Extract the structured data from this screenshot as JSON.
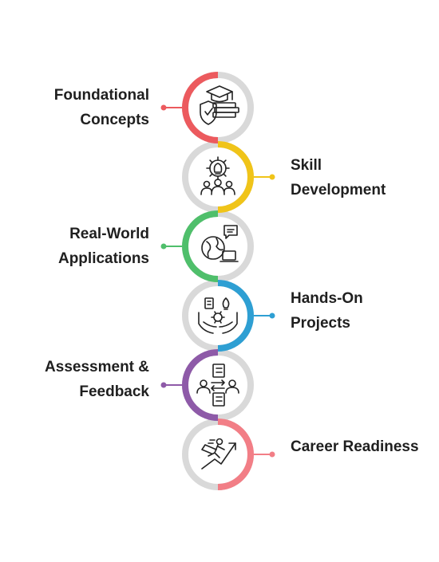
{
  "steps": [
    {
      "label_lines": [
        "Foundational",
        "Concepts"
      ],
      "side": "left",
      "color": "#ec5a5e",
      "icon": "graduation-cap-books-shield-icon"
    },
    {
      "label_lines": [
        "Skill",
        "Development"
      ],
      "side": "right",
      "color": "#f0c419",
      "icon": "gear-lightbulb-team-icon"
    },
    {
      "label_lines": [
        "Real-World",
        "Applications"
      ],
      "side": "left",
      "color": "#4fbf6b",
      "icon": "globe-laptop-chat-icon"
    },
    {
      "label_lines": [
        "Hands-On",
        "Projects"
      ],
      "side": "right",
      "color": "#2e9fd3",
      "icon": "hands-ideas-gear-icon"
    },
    {
      "label_lines": [
        "Assessment &",
        "Feedback"
      ],
      "side": "left",
      "color": "#8e5aa8",
      "icon": "people-checklist-exchange-icon"
    },
    {
      "label_lines": [
        "Career Readiness"
      ],
      "side": "right",
      "color": "#f27e86",
      "icon": "climbing-growth-arrow-icon"
    }
  ],
  "ring_track_color": "#d9d9d9"
}
